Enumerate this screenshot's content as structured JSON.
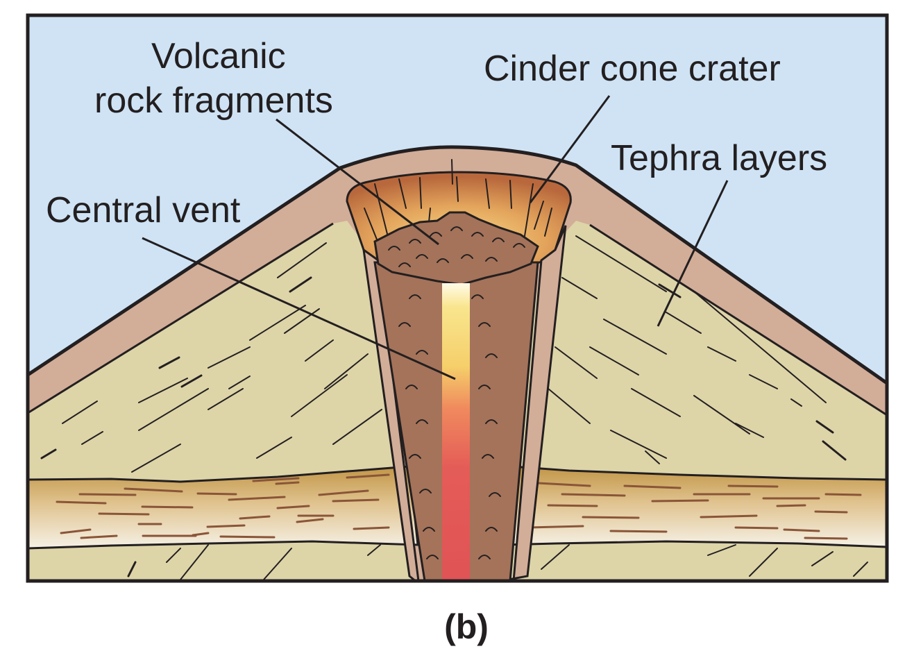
{
  "figure": {
    "caption": "(b)",
    "subject": "Cinder cone volcano cross-section"
  },
  "labels": {
    "volcanic_rock_fragments_line1": "Volcanic",
    "volcanic_rock_fragments_line2": "rock fragments",
    "cinder_cone_crater": "Cinder cone crater",
    "tephra_layers": "Tephra layers",
    "central_vent": "Central vent"
  },
  "colors": {
    "sky": "#cfe3f5",
    "outer_crust": "#d2ad98",
    "tephra": "#ddd4a8",
    "sediment_top": "#c19546",
    "sediment_bottom": "#f3efe2",
    "vent_fill": "#a4735a",
    "crater_edge": "#b66b3f",
    "crater_glow": "#f5d479",
    "lava_top": "#fffbe8",
    "lava_mid": "#f5d36c",
    "lava_bottom": "#e05356",
    "outline": "#231f20"
  }
}
